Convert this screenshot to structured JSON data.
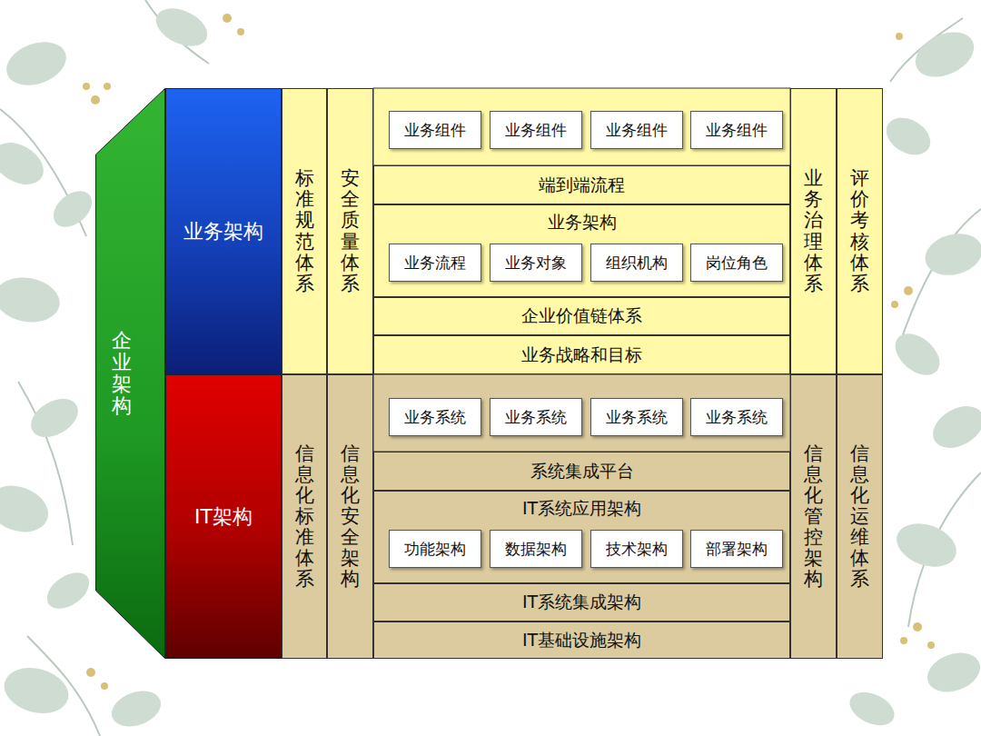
{
  "diagram": {
    "nodes": [
      {
        "text": [
          "企业架构"
        ]
      },
      {
        "text": [
          "业务架构"
        ]
      },
      {
        "text": [
          "标准规范体系"
        ]
      },
      {
        "text": [
          "安全质量体系"
        ]
      },
      {
        "text": [
          "业务组件"
        ]
      },
      {
        "text": [
          "业务组件"
        ]
      },
      {
        "text": [
          "业务组件"
        ]
      },
      {
        "text": [
          "业务组件"
        ]
      },
      {
        "text": [
          "端到端流程"
        ]
      },
      {
        "text": [
          "业务架构"
        ]
      },
      {
        "text": [
          "业务流程"
        ],
        "in": 9
      },
      {
        "text": [
          "业务对象"
        ],
        "in": 9
      },
      {
        "text": [
          "组织机构"
        ],
        "in": 9
      },
      {
        "text": [
          "岗位角色"
        ],
        "in": 9
      },
      {
        "text": [
          "企业价值链体系"
        ]
      },
      {
        "text": [
          "业务战略和目标"
        ]
      },
      {
        "text": [
          "业务治理体系"
        ]
      },
      {
        "text": [
          "评价考核体系"
        ]
      },
      {
        "text": [
          "IT架构"
        ]
      },
      {
        "text": [
          "信息化标准体系"
        ]
      },
      {
        "text": [
          "信息化安全架构"
        ]
      },
      {
        "text": [
          "业务系统"
        ]
      },
      {
        "text": [
          "业务系统"
        ]
      },
      {
        "text": [
          "业务系统"
        ]
      },
      {
        "text": [
          "业务系统"
        ]
      },
      {
        "text": [
          "系统集成平台"
        ]
      },
      {
        "text": [
          "IT系统应用架构"
        ]
      },
      {
        "text": [
          "功能架构"
        ],
        "in": 26
      },
      {
        "text": [
          "数据架构"
        ],
        "in": 26
      },
      {
        "text": [
          "技术架构"
        ],
        "in": 26
      },
      {
        "text": [
          "部署架构"
        ],
        "in": 26
      },
      {
        "text": [
          "IT系统集成架构"
        ]
      },
      {
        "text": [
          "IT基础设施架构"
        ]
      },
      {
        "text": [
          "信息化管控架构"
        ]
      },
      {
        "text": [
          "信息化运维体系"
        ]
      }
    ]
  }
}
